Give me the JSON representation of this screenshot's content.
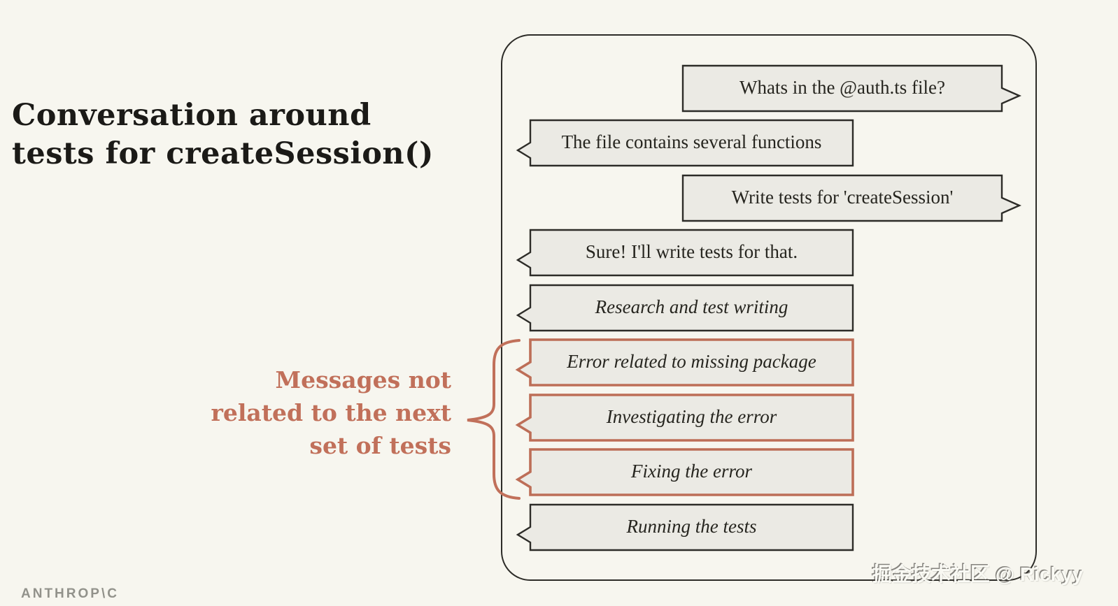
{
  "title": {
    "line1": "Conversation around",
    "line2": "tests for createSession()"
  },
  "messages": [
    {
      "text": "Whats in the @auth.ts file?",
      "side": "right",
      "emphasis": "normal",
      "accent": false
    },
    {
      "text": "The file contains several functions",
      "side": "left",
      "emphasis": "normal",
      "accent": false
    },
    {
      "text": "Write tests for 'createSession'",
      "side": "right",
      "emphasis": "normal",
      "accent": false
    },
    {
      "text": "Sure! I'll write tests for that.",
      "side": "left",
      "emphasis": "normal",
      "accent": false
    },
    {
      "text": "Research and test writing",
      "side": "left",
      "emphasis": "italic",
      "accent": false
    },
    {
      "text": "Error related to missing package",
      "side": "left",
      "emphasis": "italic",
      "accent": true
    },
    {
      "text": "Investigating the error",
      "side": "left",
      "emphasis": "italic",
      "accent": true
    },
    {
      "text": "Fixing the error",
      "side": "left",
      "emphasis": "italic",
      "accent": true
    },
    {
      "text": "Running the tests",
      "side": "left",
      "emphasis": "italic",
      "accent": false
    }
  ],
  "annotation": {
    "lines": [
      "Messages not",
      "related to the next",
      "set of tests"
    ],
    "target_messages": [
      5,
      6,
      7
    ]
  },
  "footer": {
    "logo_text": "ANTHROP\\C",
    "watermark": "掘金技术社区 @ Rickyy"
  },
  "colors": {
    "background": "#f7f6ef",
    "bubble_fill": "#ebeae4",
    "ink": "#2d2c28",
    "accent": "#c1705a",
    "logo_gray": "#92928b"
  }
}
